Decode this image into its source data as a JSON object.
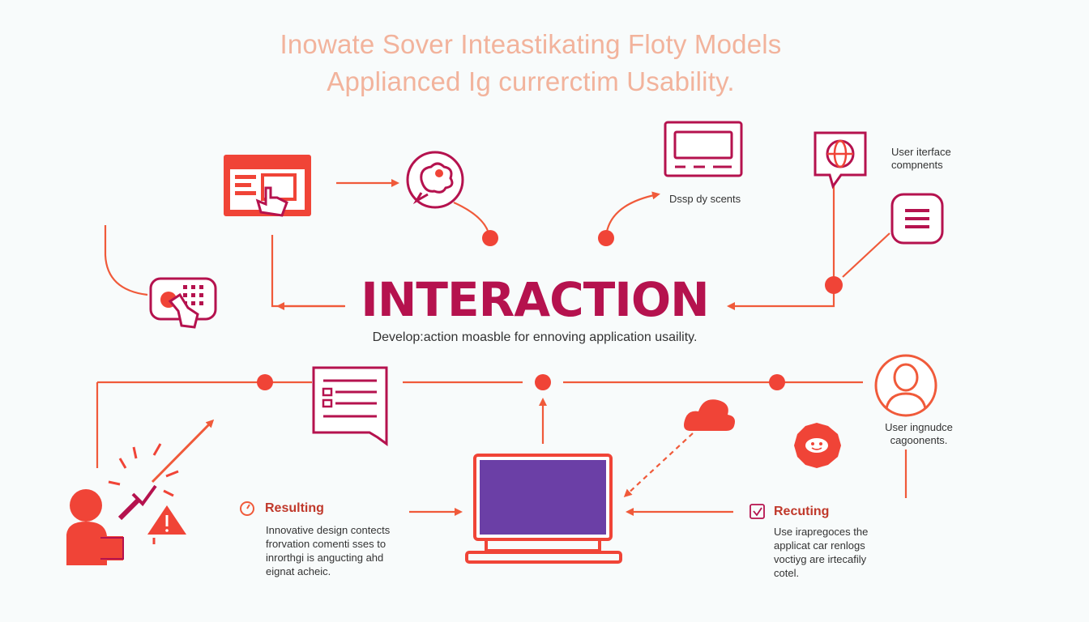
{
  "title": {
    "line1": "Inowate Sover Inteastikating Floty Models",
    "line2": "Applianced Ig currerctim Usability."
  },
  "hero": {
    "heading": "INTERACTION",
    "tagline": "Develop:action moasble for ennoving application usaility."
  },
  "labels": {
    "user_interface_components": [
      "User iterface",
      "compnents"
    ],
    "deep_content": "Dssp dy scents",
    "user_ingredient_components": [
      "User ingnudce",
      "cagoonents."
    ]
  },
  "left_block": {
    "heading": "Resulting",
    "lines": [
      "Innovative design contects",
      "frorvation comenti sses to",
      "inrorthgi is angucting ahd",
      "eignat acheic."
    ]
  },
  "right_block": {
    "heading": "Recuting",
    "lines": [
      "Use irapregoces the",
      "applicat car renlogs",
      "voctiyg are irtecafily",
      "cotel."
    ]
  },
  "colors": {
    "accent": "#f05a3a",
    "crimson": "#b5124e",
    "red": "#f04437",
    "screen": "#6b3fa6",
    "title": "#f2b39c"
  },
  "icons": {
    "top_left": "browser-touch-icon",
    "top_mid": "brain-speech-icon",
    "top_right_monitor": "monitor-icon",
    "globe_bubble": "globe-chat-icon",
    "list_bubble": "list-icon",
    "keypad": "keypad-touch-icon",
    "document": "document-chat-icon",
    "cloud": "cloud-icon",
    "person_circle": "user-icon",
    "badge": "smile-badge-icon",
    "laptop": "laptop-icon",
    "person_action": "person-action-icon",
    "warning": "warning-icon",
    "clock": "clock-icon",
    "check": "checkbox-icon"
  }
}
